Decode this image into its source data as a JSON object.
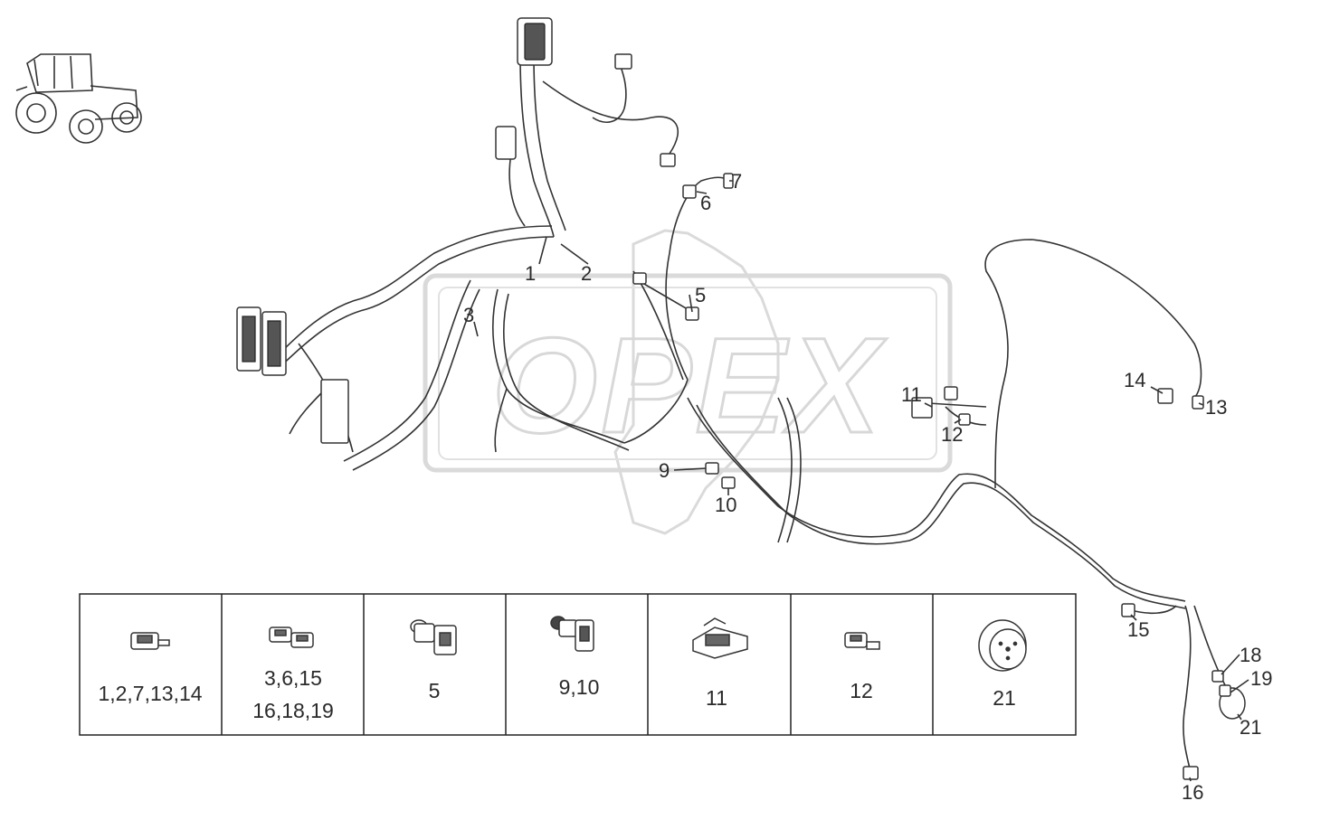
{
  "watermark": {
    "text": "OPEX",
    "color": "#e3e3e3"
  },
  "callouts": [
    {
      "id": "c1",
      "label": "1"
    },
    {
      "id": "c2",
      "label": "2"
    },
    {
      "id": "c3",
      "label": "3"
    },
    {
      "id": "c5",
      "label": "5"
    },
    {
      "id": "c6",
      "label": "6"
    },
    {
      "id": "c7",
      "label": "7"
    },
    {
      "id": "c9",
      "label": "9"
    },
    {
      "id": "c10",
      "label": "10"
    },
    {
      "id": "c11",
      "label": "11"
    },
    {
      "id": "c12",
      "label": "12"
    },
    {
      "id": "c13",
      "label": "13"
    },
    {
      "id": "c14",
      "label": "14"
    },
    {
      "id": "c15",
      "label": "15"
    },
    {
      "id": "c16",
      "label": "16"
    },
    {
      "id": "c18",
      "label": "18"
    },
    {
      "id": "c19",
      "label": "19"
    },
    {
      "id": "c21",
      "label": "21"
    }
  ],
  "legend": {
    "cells": [
      {
        "lines": [
          "1,2,7,13,14"
        ],
        "connector": "small-2pin-connector-icon"
      },
      {
        "lines": [
          "3,6,15",
          "16,18,19"
        ],
        "connector": "double-2pin-connector-icon"
      },
      {
        "lines": [
          "5"
        ],
        "connector": "right-angle-connector-icon"
      },
      {
        "lines": [
          "9,10"
        ],
        "connector": "sealed-connector-icon"
      },
      {
        "lines": [
          "11"
        ],
        "connector": "multi-pin-connector-icon"
      },
      {
        "lines": [
          "12"
        ],
        "connector": "inline-connector-icon"
      },
      {
        "lines": [
          "21"
        ],
        "connector": "round-sensor-icon"
      }
    ]
  }
}
